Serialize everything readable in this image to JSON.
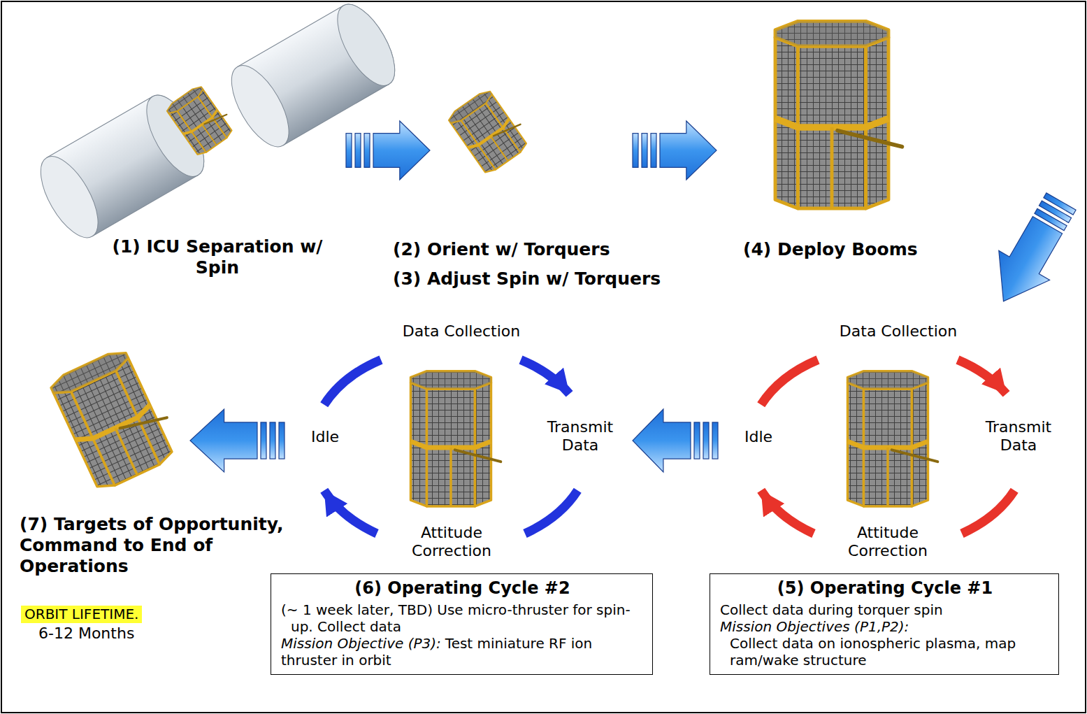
{
  "diagram": {
    "nodes": [
      {
        "text": [
          "(6) Operating Cycle #2",
          "(~ 1 week later, TBD) Use micro-thruster for spin-up. Collect data",
          "Mission Objective (P3):",
          "Test miniature RF ion thruster in orbit"
        ]
      },
      {
        "text": [
          "(5) Operating Cycle #1",
          "Collect data during torquer spin",
          "Mission Objectives (P1,P2):",
          "Collect data on ionospheric plasma, map ram/wake structure"
        ]
      },
      {
        "text": [
          "ORBIT LIFETIME."
        ]
      }
    ],
    "labels": [
      "(1) ICU Separation w/ Spin",
      "(2) Orient w/ Torquers",
      "(3) Adjust Spin w/ Torquers",
      "(4) Deploy Booms",
      "Data Collection",
      "Transmit Data",
      "Attitude Correction",
      "Idle",
      "Data Collection",
      "Transmit Data",
      "Attitude Correction",
      "Idle",
      "(7) Targets of Opportunity, Command to End of Operations",
      "6-12 Months"
    ]
  }
}
